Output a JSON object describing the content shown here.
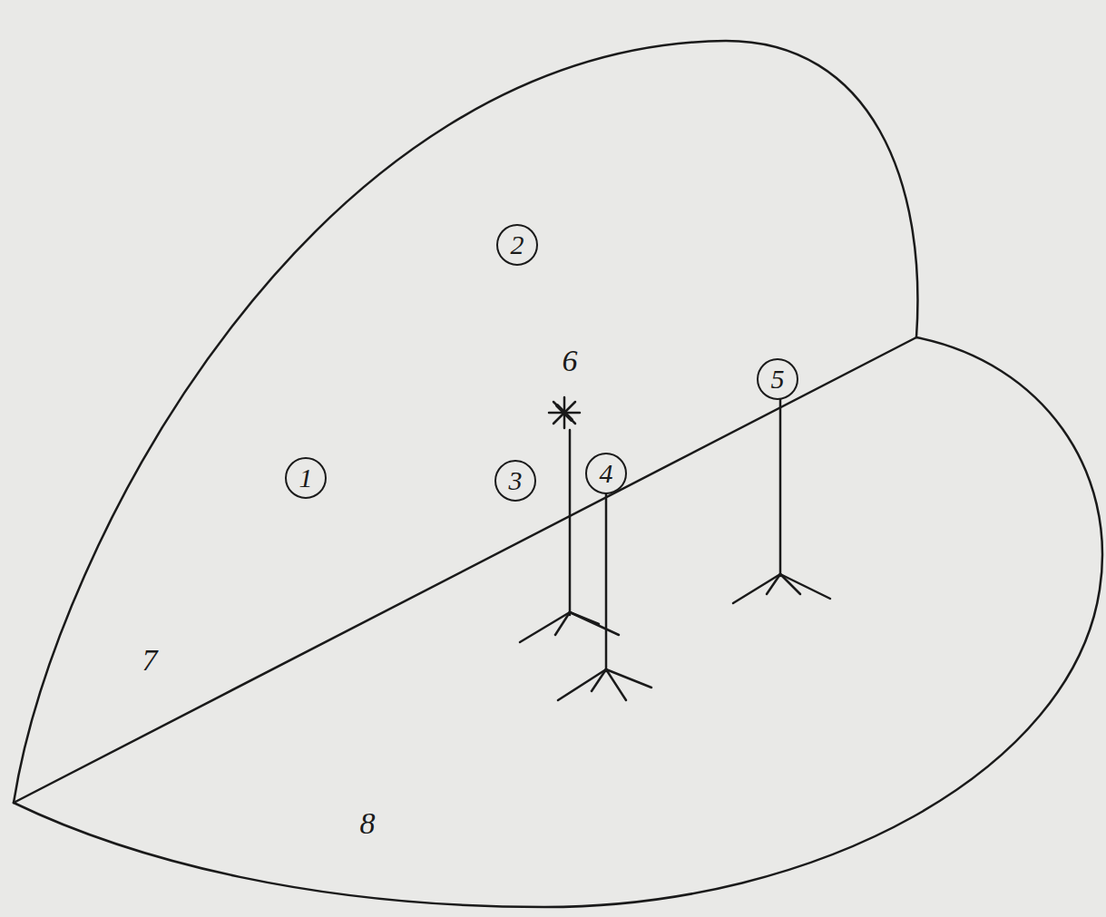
{
  "diagram": {
    "nodes": [
      {
        "text": [
          "2"
        ]
      },
      {
        "text": [
          "1"
        ]
      },
      {
        "text": [
          "3"
        ]
      },
      {
        "text": [
          "4"
        ]
      },
      {
        "text": [
          "5"
        ]
      }
    ],
    "labels": [
      "6",
      "7",
      "8"
    ]
  }
}
